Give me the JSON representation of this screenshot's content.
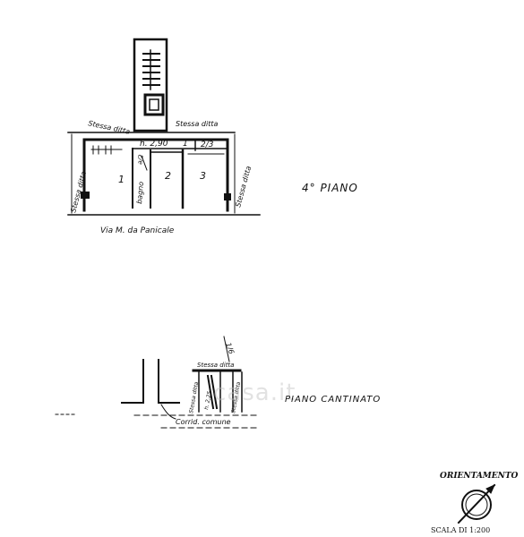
{
  "floor_plan": {
    "floor_label": "4° PIANO",
    "street": "Via M. da Panicale",
    "neighbor_labels": [
      "Stessa ditta",
      "Stessa ditta",
      "Stessa ditta",
      "Stessa ditta"
    ],
    "room_numbers": [
      "1",
      "2",
      "3"
    ],
    "small_rooms": [
      "1",
      "2/3"
    ],
    "corridor_height": "h. 2,90",
    "service_label": "bagno",
    "sub_label": "a/2"
  },
  "basement_plan": {
    "floor_label": "PIANO CANTINATO",
    "neighbor_labels": [
      "Stessa ditta",
      "Stessa ditta",
      "Stessa ditta"
    ],
    "corridor_label": "Corrid. comune",
    "height_label": "h. 2,25",
    "unit_label": "1/6"
  },
  "legend": {
    "orientation": "ORIENTAMENTO",
    "scale": "SCALA DI 1:200"
  },
  "watermark": "casa.it"
}
